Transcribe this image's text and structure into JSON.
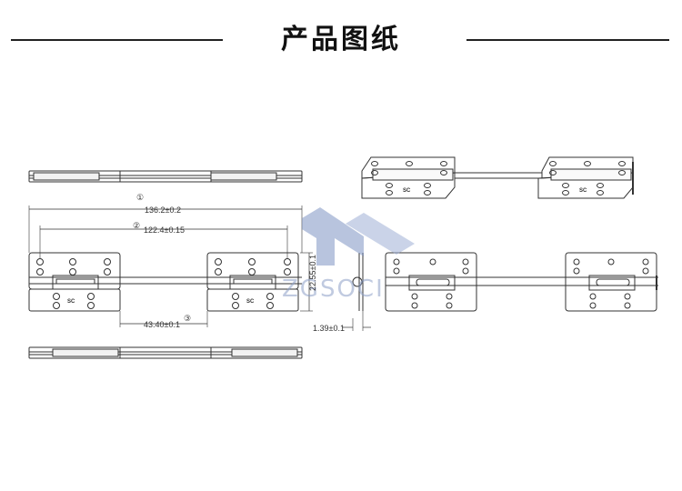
{
  "header": {
    "title": "产品图纸"
  },
  "drawing": {
    "dimensions": {
      "overall_length": "136.2±0.2",
      "hole_span": "122.4±0.15",
      "leaf_gap": "43.40±0.1",
      "leaf_height": "22.55±0.1",
      "thickness": "1.39±0.1"
    },
    "callouts": {
      "one": "①",
      "two": "②",
      "three": "③"
    },
    "leaf_marking": "SC",
    "watermark": "ZGSOCI"
  }
}
